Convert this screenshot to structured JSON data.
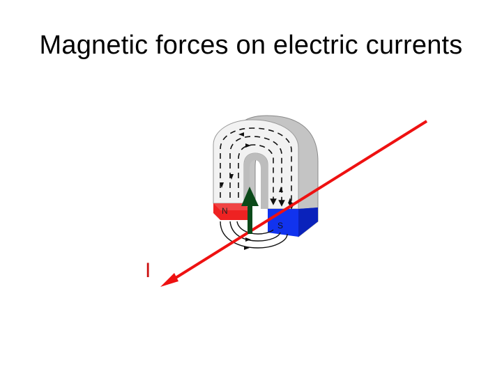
{
  "slide": {
    "title": "Magnetic forces on electric currents"
  },
  "diagram": {
    "north_pole_label": "N",
    "south_pole_label": "S",
    "current_label": "I",
    "colors": {
      "current_wire": "#ee1111",
      "force_arrow": "#0c4a1a",
      "north_pole": "#ee2222",
      "south_pole": "#1133ee",
      "magnet_body": "#c8c8c8",
      "magnet_face": "#f2f2f2",
      "field_lines": "#111111"
    }
  }
}
